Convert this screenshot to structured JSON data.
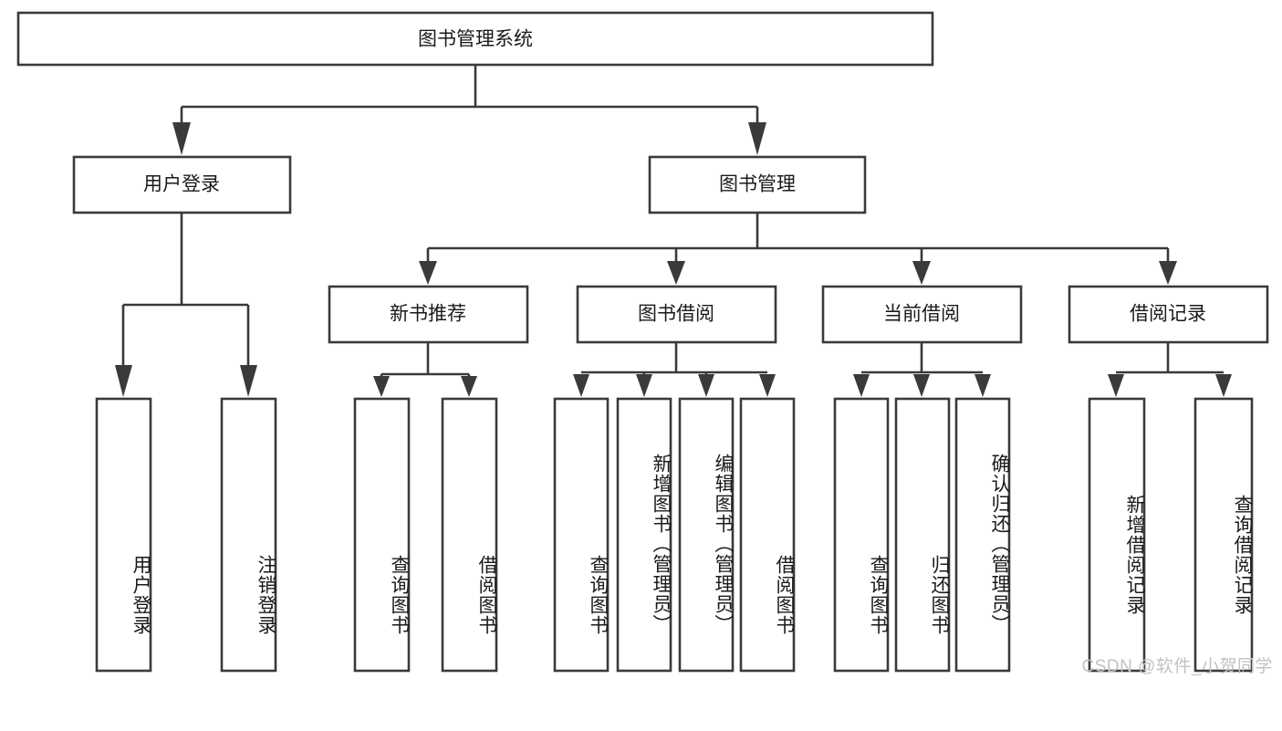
{
  "diagram": {
    "title": "图书管理系统",
    "watermark": "CSDN @软件_小贺同学",
    "colors": {
      "stroke": "#3a3a3a",
      "fill": "#ffffff",
      "text": "#1a1a1a",
      "watermark": "#c2c2c2",
      "background": "#ffffff"
    },
    "root": {
      "label": "图书管理系统"
    },
    "level1": [
      {
        "label": "用户登录"
      },
      {
        "label": "图书管理"
      }
    ],
    "level2": [
      {
        "label": "新书推荐"
      },
      {
        "label": "图书借阅"
      },
      {
        "label": "当前借阅"
      },
      {
        "label": "借阅记录"
      }
    ],
    "leaves": {
      "user_login": [
        {
          "label": "用户登录"
        },
        {
          "label": "注销登录"
        }
      ],
      "new_book_recommend": [
        {
          "label": "查询图书"
        },
        {
          "label": "借阅图书"
        }
      ],
      "book_borrow": [
        {
          "label": "查询图书"
        },
        {
          "label": "新增图书（管理员）"
        },
        {
          "label": "编辑图书（管理员）"
        },
        {
          "label": "借阅图书"
        }
      ],
      "current_borrow": [
        {
          "label": "查询图书"
        },
        {
          "label": "归还图书"
        },
        {
          "label": "确认归还（管理员）"
        }
      ],
      "borrow_record": [
        {
          "label": "新增借阅记录"
        },
        {
          "label": "查询借阅记录"
        }
      ]
    }
  }
}
